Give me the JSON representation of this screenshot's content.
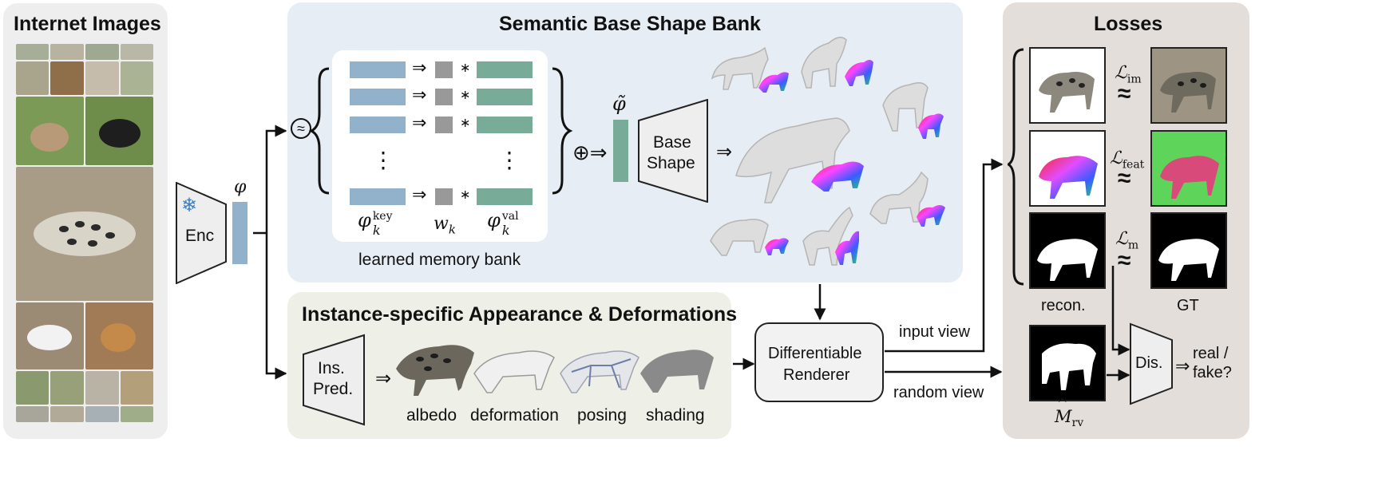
{
  "titles": {
    "internet_images": "Internet Images",
    "shape_bank": "Semantic Base Shape Bank",
    "appearance": "Instance-specific Appearance & Deformations",
    "losses": "Losses"
  },
  "encoder": {
    "label": "Enc",
    "feature_symbol": "φ",
    "icon": "snowflake-icon"
  },
  "memory_bank": {
    "caption": "learned memory bank",
    "approx_symbol": "≈",
    "col_key": "φ",
    "col_key_sup": "key",
    "col_key_sub": "k",
    "col_w": "w",
    "col_w_sub": "k",
    "col_val": "φ",
    "col_val_sup": "val",
    "col_val_sub": "k",
    "arrow": "⇒",
    "star": "∗",
    "vdots": "⋮",
    "oplus_arrow": "⊕⇒",
    "phi_tilde": "φ̃"
  },
  "base_shape": {
    "line1": "Base",
    "line2": "Shape",
    "arrow": "⇒"
  },
  "instance": {
    "pred_line1": "Ins.",
    "pred_line2": "Pred.",
    "arrow": "⇒",
    "outputs": [
      "albedo",
      "deformation",
      "posing",
      "shading"
    ]
  },
  "renderer": {
    "line1": "Differentiable",
    "line2": "Renderer",
    "input_view": "input view",
    "random_view": "random view"
  },
  "losses": {
    "L_im": "im",
    "L_feat": "feat",
    "L_m": "m",
    "L_symbol": "ℒ",
    "approx": "≈",
    "recon_label": "recon.",
    "gt_label": "GT",
    "m_rv_main": "M",
    "m_rv_sub": "rv",
    "dis_label": "Dis.",
    "real_fake_arrow": "⇒",
    "real_fake_line1": "real /",
    "real_fake_line2": "fake?"
  },
  "colors": {
    "key_blue": "#92b1cb",
    "weight_gray": "#999999",
    "val_green": "#78ab98",
    "panel_gray": "#efefef",
    "panel_blue": "#e8eef5",
    "panel_green": "#eeefe6",
    "panel_losses": "#e5dfdb"
  }
}
